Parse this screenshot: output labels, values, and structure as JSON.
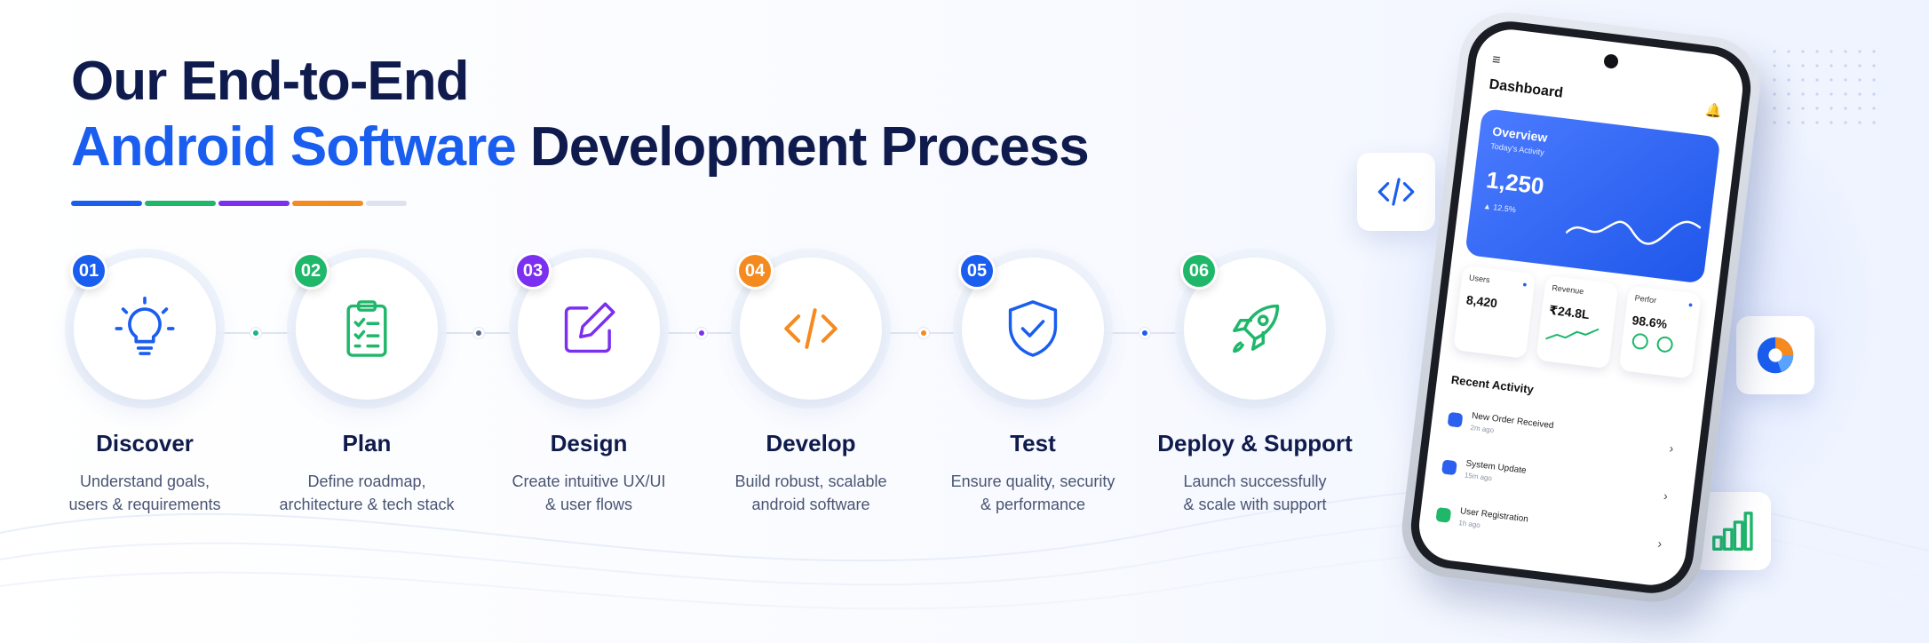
{
  "headline": {
    "line1": "Our End-to-End",
    "accent": "Android Software",
    "rest": " Development Process"
  },
  "underline_colors": [
    "#1a5ef0",
    "#1fb76a",
    "#7b2ff0",
    "#f58a1f",
    "#dde3ee"
  ],
  "steps": [
    {
      "number": "01",
      "title": "Discover",
      "desc1": "Understand goals,",
      "desc2": "users & requirements",
      "color": "#1a5ef0",
      "icon": "lightbulb-icon"
    },
    {
      "number": "02",
      "title": "Plan",
      "desc1": "Define roadmap,",
      "desc2": "architecture & tech stack",
      "color": "#1fb76a",
      "icon": "clipboard-checklist-icon"
    },
    {
      "number": "03",
      "title": "Design",
      "desc1": "Create intuitive UX/UI",
      "desc2": "& user flows",
      "color": "#7b2ff0",
      "icon": "edit-pencil-icon"
    },
    {
      "number": "04",
      "title": "Develop",
      "desc1": "Build robust, scalable",
      "desc2": "android software",
      "color": "#f58a1f",
      "icon": "code-icon"
    },
    {
      "number": "05",
      "title": "Test",
      "desc1": "Ensure quality, security",
      "desc2": "& performance",
      "color": "#1a5ef0",
      "icon": "shield-check-icon"
    },
    {
      "number": "06",
      "title": "Deploy & Support",
      "desc1": "Launch successfully",
      "desc2": "& scale with support",
      "color": "#1fb76a",
      "icon": "rocket-icon"
    }
  ],
  "phone": {
    "menu_icon": "≡",
    "title": "Dashboard",
    "overview": {
      "title": "Overview",
      "subtitle": "Today's Activity",
      "value": "1,250",
      "change": "▲ 12.5%"
    },
    "stats": [
      {
        "label": "Users",
        "value": "8,420"
      },
      {
        "label": "Revenue",
        "value": "₹24.8L"
      },
      {
        "label": "Perfor",
        "value": "98.6%"
      }
    ],
    "recent_title": "Recent Activity",
    "activities": [
      {
        "title": "New Order Received",
        "time": "2m ago",
        "color": "#2b5ff0"
      },
      {
        "title": "System Update",
        "time": "15m ago",
        "color": "#2b5ff0"
      },
      {
        "title": "User Registration",
        "time": "1h ago",
        "color": "#1fb76a"
      }
    ]
  },
  "floating_icons": [
    "code-icon",
    "pie-chart-icon",
    "bar-chart-icon"
  ]
}
